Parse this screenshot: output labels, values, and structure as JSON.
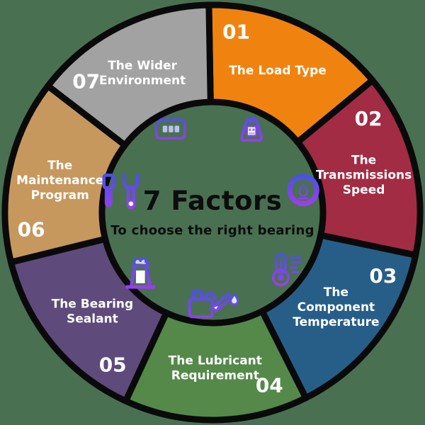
{
  "background_color": "#4a7052",
  "center": {
    "title": "7 Factors",
    "subtitle": "To choose the right bearing",
    "text_color": "#0d0d0d"
  },
  "wheel": {
    "outline_color": "#0a0a0a",
    "number_color": "#ffffff",
    "label_color": "#ffffff",
    "icon_gradient_top": "#3d56e0",
    "icon_gradient_bottom": "#a93bed",
    "segments": [
      {
        "number": "01",
        "label": "The Load Type",
        "label_lines": [
          "The Load Type"
        ],
        "color": "#f0830f",
        "icon": "load-weight-icon"
      },
      {
        "number": "02",
        "label": "The Transmissions Speed",
        "label_lines": [
          "The",
          "Transmissions",
          "Speed"
        ],
        "color": "#a22c43",
        "icon": "speed-gauge-icon"
      },
      {
        "number": "03",
        "label": "The Component Temperature",
        "label_lines": [
          "The",
          "Component",
          "Temperature"
        ],
        "color": "#275e88",
        "icon": "temperature-icon"
      },
      {
        "number": "04",
        "label": "The Lubricant Requirement",
        "label_lines": [
          "The Lubricant",
          "Requirement"
        ],
        "color": "#54894a",
        "icon": "lubricant-oil-can-icon"
      },
      {
        "number": "05",
        "label": "The Bearing Sealant",
        "label_lines": [
          "The Bearing",
          "Sealant"
        ],
        "color": "#5f4a7c",
        "icon": "sealant-gun-icon"
      },
      {
        "number": "06",
        "label": "The Maintenance Program",
        "label_lines": [
          "The",
          "Maintenance",
          "Program"
        ],
        "color": "#c6985e",
        "icon": "maintenance-tools-icon"
      },
      {
        "number": "07",
        "label": "The Wider Environment",
        "label_lines": [
          "The Wider",
          "Environment"
        ],
        "color": "#a2a2a2",
        "icon": "environment-card-icon"
      }
    ]
  }
}
